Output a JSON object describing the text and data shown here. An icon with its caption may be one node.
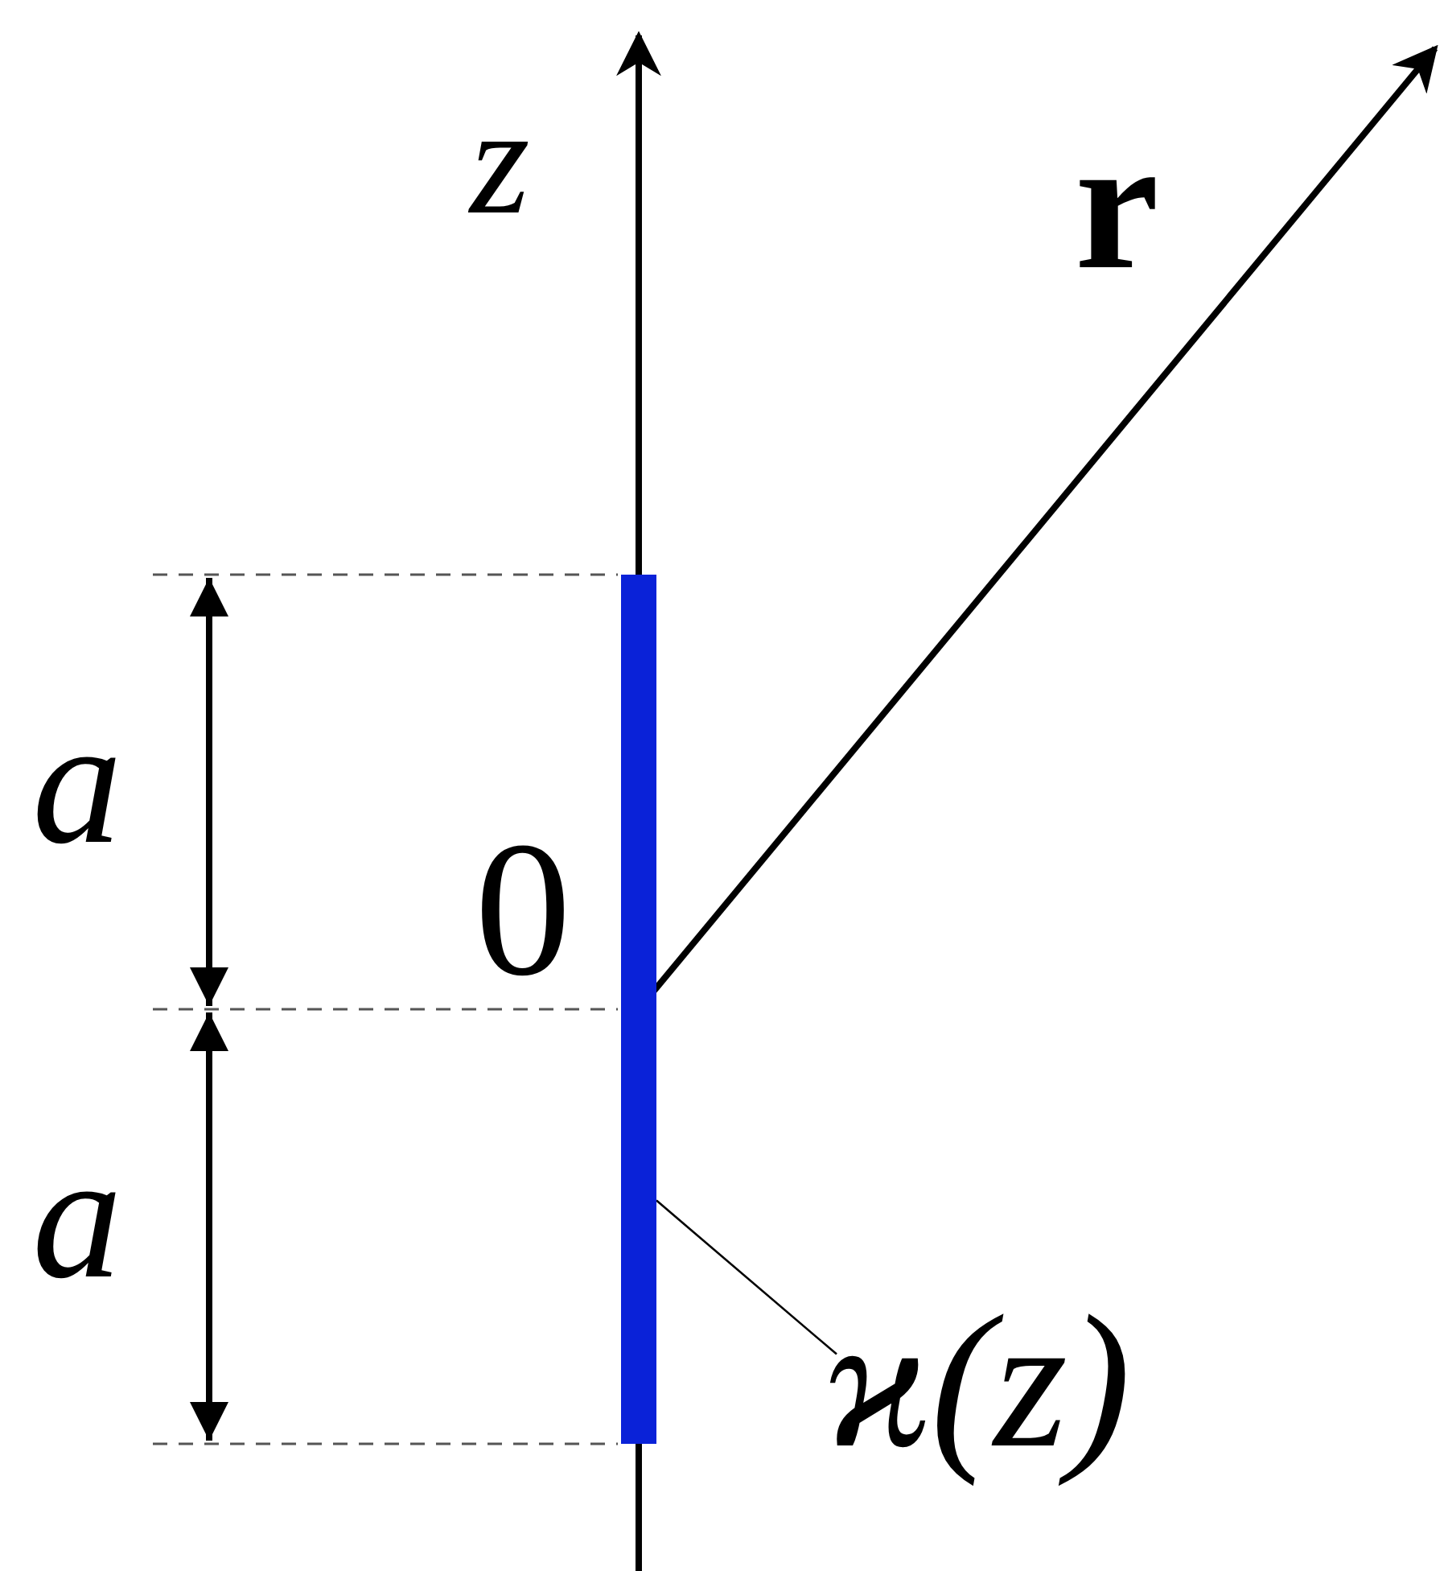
{
  "diagram": {
    "nodes": [
      {
        "text": [
          "ϰ(z)"
        ]
      },
      {
        "text": [],
        "shape": "bar"
      }
    ],
    "edges": [
      {
        "from": 0,
        "to": 1,
        "arrow": "none"
      }
    ],
    "labels": [
      "z",
      "r",
      "a",
      "0",
      "a"
    ]
  }
}
